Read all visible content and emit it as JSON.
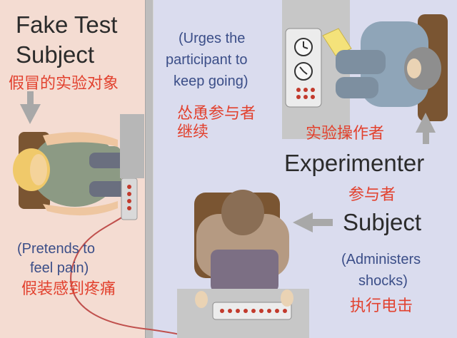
{
  "fake_subject": {
    "title_line1": "Fake Test",
    "title_line2": "Subject",
    "title_cn": "假冒的实验对象",
    "desc_line1": "(Pretends to",
    "desc_line2": "feel pain)",
    "desc_cn": "假装感到疼痛"
  },
  "experimenter": {
    "desc_line1": "(Urges the",
    "desc_line2": "participant to",
    "desc_line3": "keep going)",
    "desc_cn_line1": "怂恿参与者",
    "desc_cn_line2": "继续",
    "title_cn": "实验操作者",
    "title": "Experimenter"
  },
  "subject": {
    "title_cn": "参与者",
    "title": "Subject",
    "desc_line1": "(Administers",
    "desc_line2": "shocks)",
    "desc_cn": "执行电击"
  },
  "colors": {
    "left_panel": "#f4dcd2",
    "right_panel": "#dadcee",
    "english_heading": "#2b2b2b",
    "english_desc": "#3b4e88",
    "chinese_overlay": "#e2412e",
    "wire": "#c0504d"
  }
}
